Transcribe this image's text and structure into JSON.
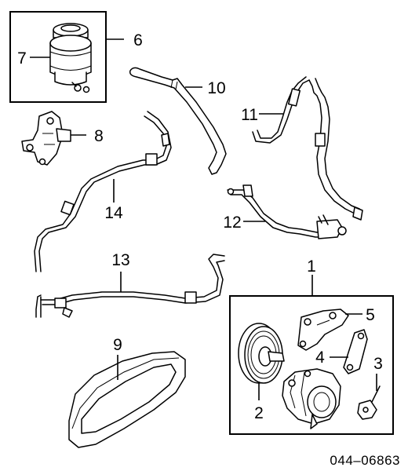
{
  "diagram": {
    "callouts": [
      {
        "id": "1",
        "text": "1"
      },
      {
        "id": "2",
        "text": "2"
      },
      {
        "id": "3",
        "text": "3"
      },
      {
        "id": "4",
        "text": "4"
      },
      {
        "id": "5",
        "text": "5"
      },
      {
        "id": "6",
        "text": "6"
      },
      {
        "id": "7",
        "text": "7"
      },
      {
        "id": "8",
        "text": "8"
      },
      {
        "id": "9",
        "text": "9"
      },
      {
        "id": "10",
        "text": "10"
      },
      {
        "id": "11",
        "text": "11"
      },
      {
        "id": "12",
        "text": "12"
      },
      {
        "id": "13",
        "text": "13"
      },
      {
        "id": "14",
        "text": "14"
      }
    ],
    "figure_code": "044–06863"
  }
}
